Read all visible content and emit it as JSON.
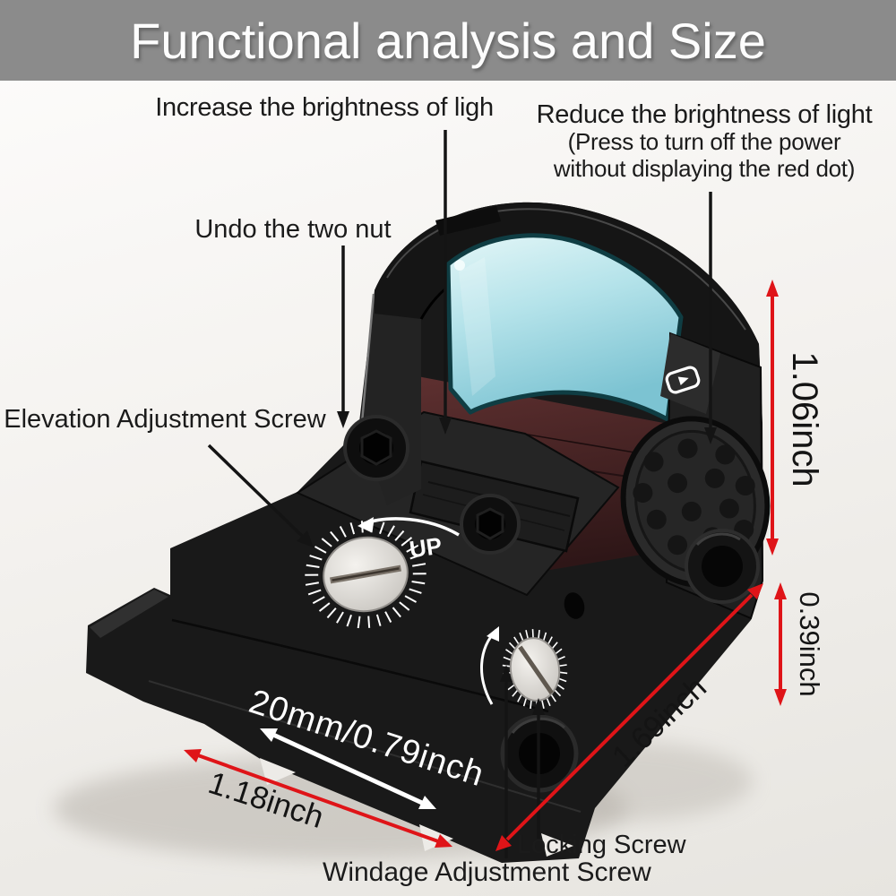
{
  "banner": {
    "title": "Functional analysis and Size",
    "bg_color": "#8b8b8b",
    "text_color": "#fdfdfd"
  },
  "callouts": {
    "increase_brightness": "Increase the brightness of ligh",
    "reduce_brightness": {
      "line1": "Reduce the brightness of light",
      "line2": "(Press to turn off the power",
      "line3": "without displaying the red dot)"
    },
    "undo_nut": "Undo the two nut",
    "elevation": "Elevation Adjustment Screw",
    "locking": "Locking Screw",
    "windage": "Windage Adjustment Screw"
  },
  "dimensions": {
    "height": "1.06inch",
    "base_height": "0.39inch",
    "length": "1.69inch",
    "width": "1.18inch",
    "rail": "20mm/0.79inch"
  },
  "device": {
    "up_marking": "UP",
    "type": "red dot reflex sight",
    "icons": {
      "brightness_button": "brightness-icon"
    }
  },
  "colors": {
    "dimension_arrow_red": "#df1418",
    "pointer_line_black": "#141414",
    "lens_cyan": "#aee0ea",
    "device_black": "#191919"
  }
}
